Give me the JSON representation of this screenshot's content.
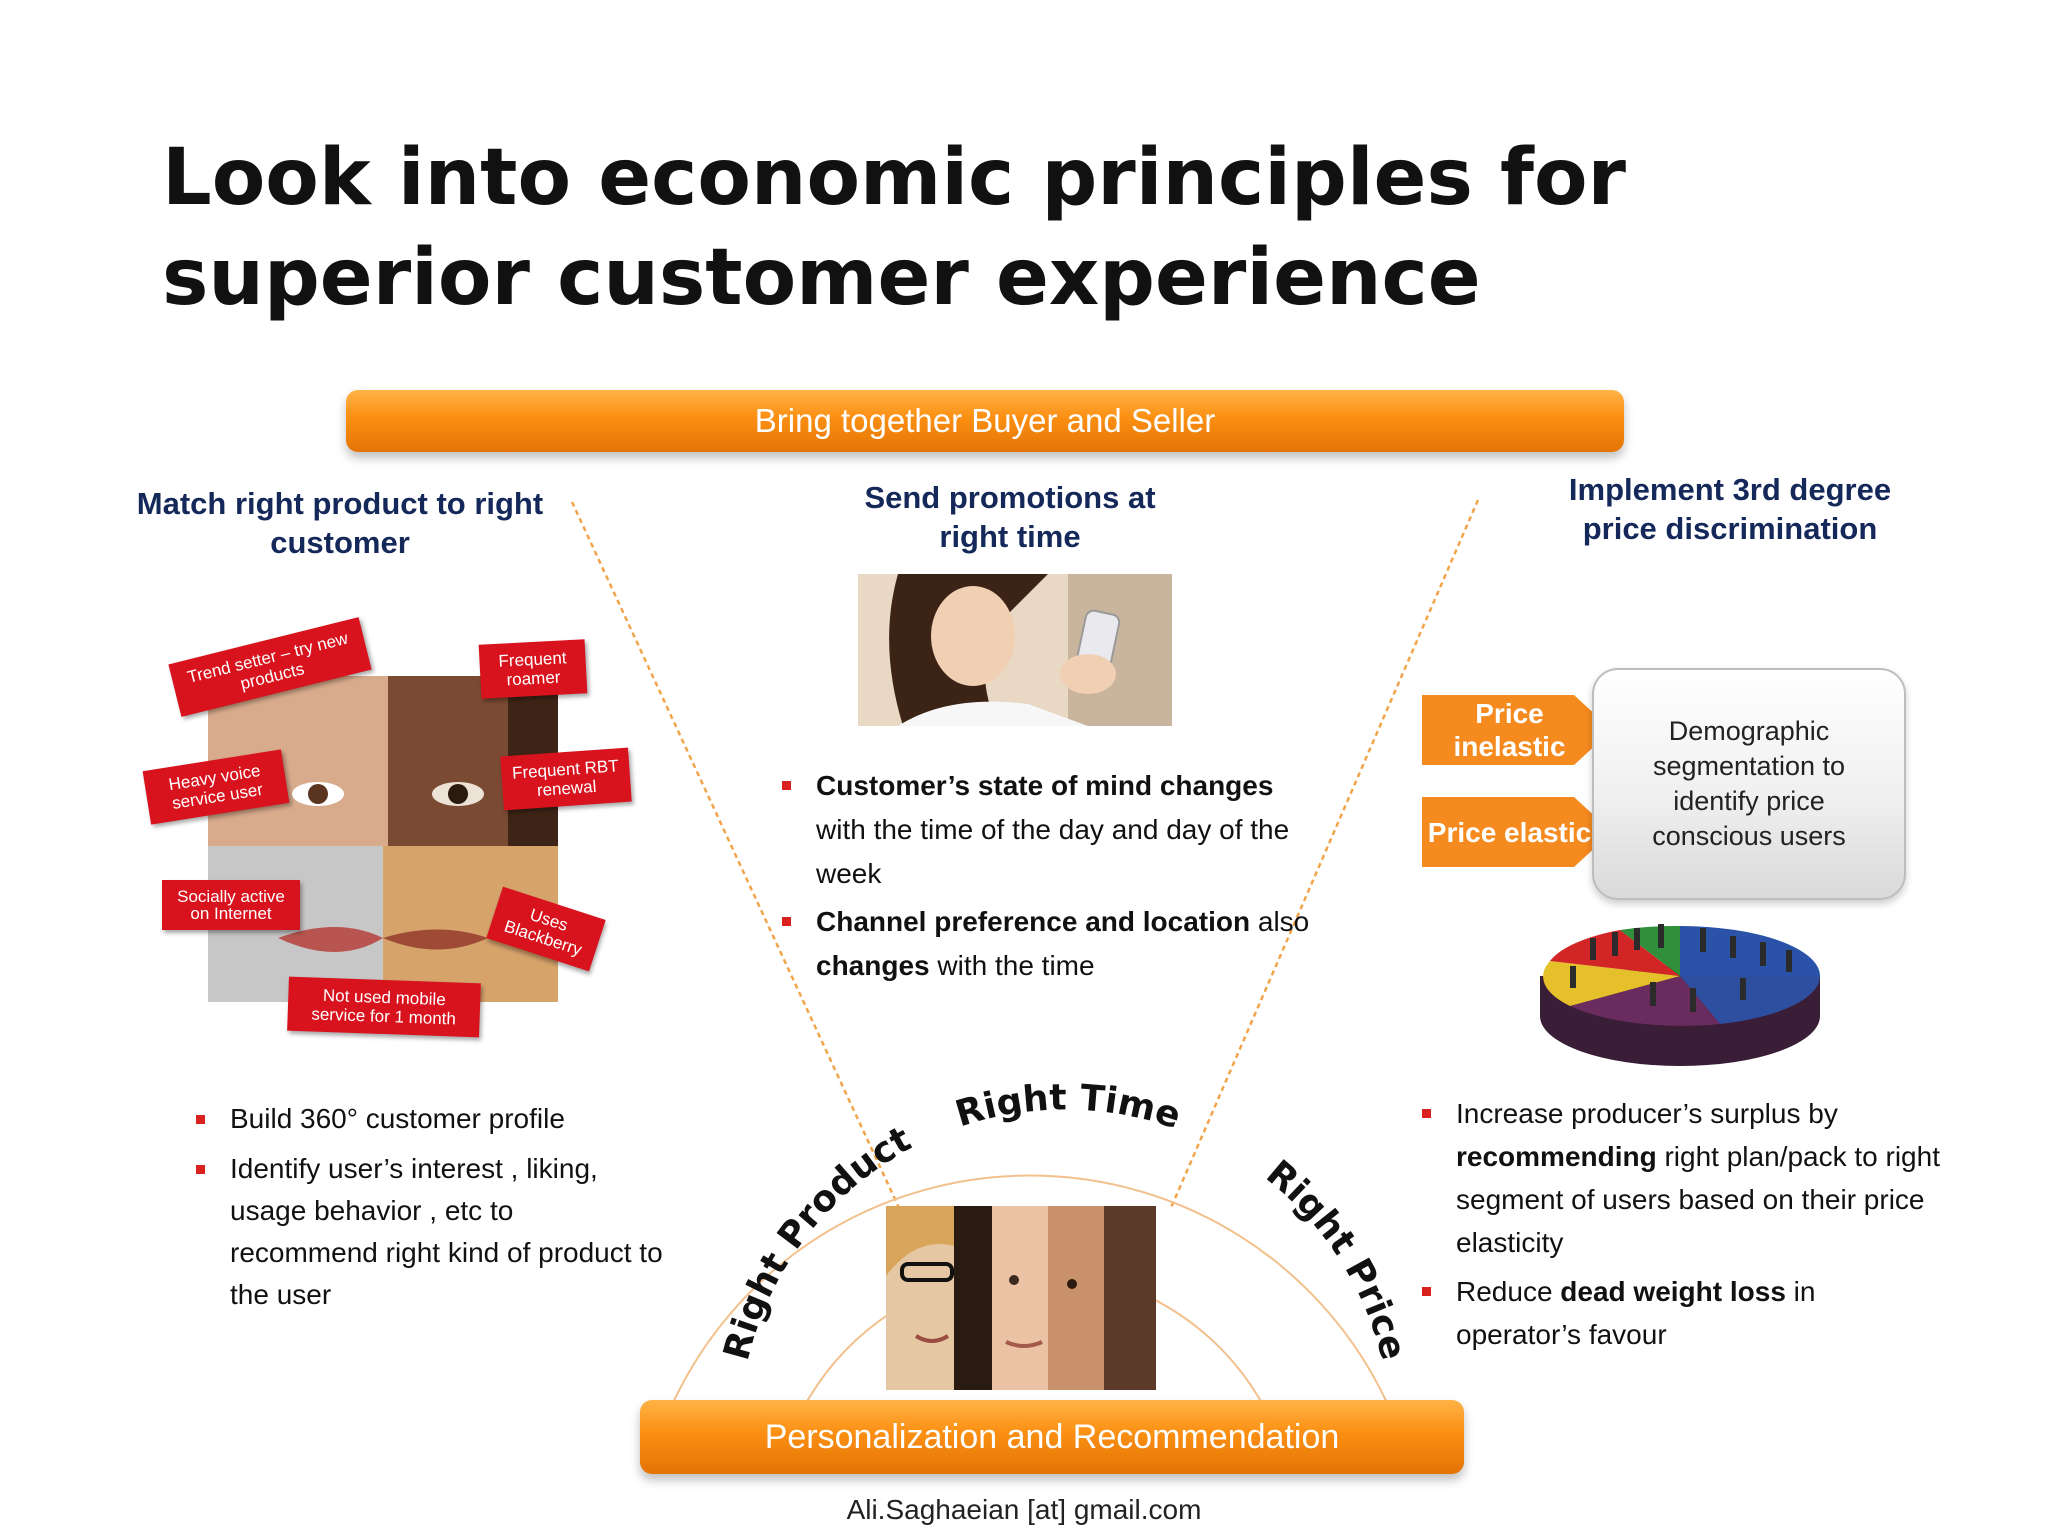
{
  "title": "Look into economic principles for superior customer experience",
  "top_bar": "Bring together Buyer and Seller",
  "bottom_bar": "Personalization and Recommendation",
  "left": {
    "heading": "Match right product to right customer",
    "tags": [
      "Trend setter – try new products",
      "Frequent roamer",
      "Heavy voice service user",
      "Frequent RBT renewal",
      "Socially active on Internet",
      "Uses Blackberry",
      "Not used mobile service for 1 month"
    ]
  },
  "middle": {
    "heading": "Send promotions at right time",
    "bullet1": {
      "b1": "Customer’s state of mind changes",
      "t1": " with the time of the day and day of the week"
    },
    "bullet2": {
      "b1": "Channel preference and location",
      "t1": " also ",
      "b2": "changes",
      "t2": " with the time"
    }
  },
  "right": {
    "heading": "Implement 3rd degree price discrimination",
    "price_inelastic": "Price inelastic",
    "price_elastic": "Price elastic",
    "demographic_box": "Demographic segmentation to identify price conscious users",
    "bullet1": {
      "t1": "Increase producer’s surplus by ",
      "b1": "recommending",
      "t2": " right plan/pack to right segment of users based on their price elasticity"
    },
    "bullet2": {
      "t1": "Reduce ",
      "b1": "dead weight loss",
      "t2": " in operator’s favour"
    }
  },
  "left_bullets": {
    "item1": "Build 360° customer profile",
    "item2": "Identify user’s interest , liking, usage behavior , etc to recommend right kind of product to the user"
  },
  "arc_labels": {
    "product": "Right Product",
    "time": "Right Time",
    "price": "Right Price"
  },
  "footer": "Ali.Saghaeian [at] gmail.com",
  "colors": {
    "orange": "#f58a1f",
    "navy": "#14285a",
    "tag_red": "#d8131e",
    "bullet_red": "#d9211e"
  }
}
